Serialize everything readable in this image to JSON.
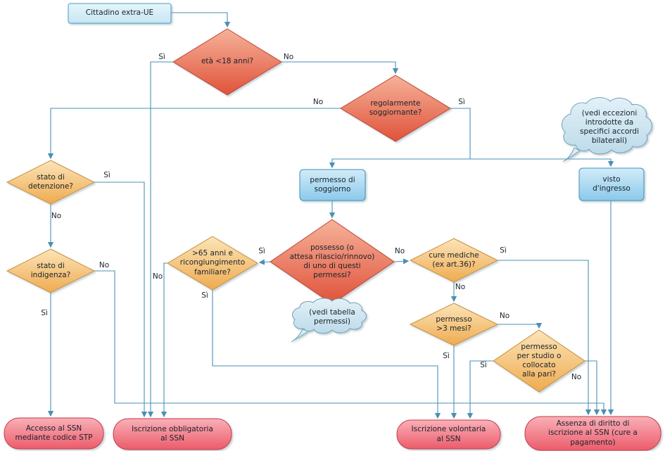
{
  "diagram_title": "Cittadino extra-UE",
  "colors": {
    "c-line": "#4a90b5",
    "c-text": "#17222b",
    "c-red-top": "#f6b29a",
    "c-red-bottom": "#e0523a",
    "c-red-border": "#bc4733",
    "c-orange-top": "#fce4b8",
    "c-orange-bottom": "#eeab50",
    "c-orange-border": "#c8913c",
    "c-blue-top": "#d2ecf9",
    "c-blue-bottom": "#8bc9ea",
    "c-blue-border": "#4090ba",
    "c-start-top": "#e6f5fb",
    "c-start-bottom": "#c6e6f3",
    "c-start-border": "#4a9cc0",
    "c-pink-top": "#f9b0b8",
    "c-pink-bottom": "#ec5c6b",
    "c-pink-border": "#c83a49",
    "c-cloud-top": "#e2f1f8",
    "c-cloud-bottom": "#bddae9",
    "c-cloud-border": "#74a0b8"
  },
  "nodes": {
    "start": {
      "type": "start",
      "text": "Cittadino extra-UE"
    },
    "eta18": {
      "type": "decision",
      "text": "età <18 anni?"
    },
    "reg": {
      "type": "decision",
      "text": "regolarmente\nsoggiornante?"
    },
    "ecc": {
      "type": "callout",
      "text": "(vedi eccezioni\nintrodotte da\nspecifici accordi\nbilaterali)"
    },
    "permesso": {
      "type": "process",
      "text": "permesso di\nsoggiorno"
    },
    "visto": {
      "type": "process",
      "text": "visto\nd'ingresso"
    },
    "det": {
      "type": "decision",
      "text": "stato di\ndetenzione?"
    },
    "ind": {
      "type": "decision",
      "text": "stato di\nindigenza?"
    },
    "over65": {
      "type": "decision",
      "text": ">65 anni e\nricongiungimento\nfamiliare?"
    },
    "poss": {
      "type": "decision",
      "text": "possesso (o\nattesa rilascio/rinnovo)\ndi uno di questi\npermessi?"
    },
    "cure": {
      "type": "decision",
      "text": "cure mediche\n(ex art.36)?"
    },
    "tab": {
      "type": "callout",
      "text": "(vedi tabella\npermessi)"
    },
    "tremesi": {
      "type": "decision",
      "text": "permesso\n>3 mesi?"
    },
    "studio": {
      "type": "decision",
      "text": "permesso\nper studio o\ncollocato\nalla pari?"
    },
    "stp": {
      "type": "terminal",
      "text": "Accesso al SSN\nmediante codice STP"
    },
    "obbl": {
      "type": "terminal",
      "text": "Iscrizione obbligatoria\nal SSN"
    },
    "vol": {
      "type": "terminal",
      "text": "Iscrizione volontaria\nal SSN"
    },
    "ass": {
      "type": "terminal",
      "text": "Assenza di diritto di\niscrizione al SSN (cure a\npagamento)"
    }
  },
  "edges": [
    {
      "from": "cittadino-extra-ue",
      "to": "eta-18-anni",
      "label": ""
    },
    {
      "from": "eta-18-anni",
      "to": "iscrizione-obbligatoria",
      "label": "Sì"
    },
    {
      "from": "eta-18-anni",
      "to": "regolarmente-soggiornante",
      "label": "No"
    },
    {
      "from": "regolarmente-soggiornante",
      "to": "stato-di-detenzione",
      "label": "No"
    },
    {
      "from": "regolarmente-soggiornante",
      "to": "permesso-di-soggiorno",
      "label": "Sì"
    },
    {
      "from": "regolarmente-soggiornante",
      "to": "visto-d-ingresso",
      "label": "Sì"
    },
    {
      "from": "permesso-di-soggiorno",
      "to": "possesso-permessi",
      "label": ""
    },
    {
      "from": "possesso-permessi",
      "to": "over65-ricongiungimento",
      "label": "Sì"
    },
    {
      "from": "possesso-permessi",
      "to": "cure-mediche",
      "label": "No"
    },
    {
      "from": "possesso-permessi",
      "to": "tabella-permessi",
      "label": ""
    },
    {
      "from": "over65-ricongiungimento",
      "to": "iscrizione-obbligatoria",
      "label": "No"
    },
    {
      "from": "over65-ricongiungimento",
      "to": "iscrizione-volontaria",
      "label": "Sì"
    },
    {
      "from": "cure-mediche",
      "to": "assenza-diritto",
      "label": "Sì"
    },
    {
      "from": "cure-mediche",
      "to": "permesso-3-mesi",
      "label": "No"
    },
    {
      "from": "permesso-3-mesi",
      "to": "permesso-studio-alla-pari",
      "label": "No"
    },
    {
      "from": "permesso-3-mesi",
      "to": "iscrizione-volontaria",
      "label": "Sì"
    },
    {
      "from": "permesso-studio-alla-pari",
      "to": "iscrizione-volontaria",
      "label": "Sì"
    },
    {
      "from": "permesso-studio-alla-pari",
      "to": "assenza-diritto",
      "label": "No"
    },
    {
      "from": "stato-di-detenzione",
      "to": "iscrizione-obbligatoria",
      "label": "Sì"
    },
    {
      "from": "stato-di-detenzione",
      "to": "stato-di-indigenza",
      "label": "No"
    },
    {
      "from": "stato-di-indigenza",
      "to": "accesso-ssn-stp",
      "label": "Sì"
    },
    {
      "from": "stato-di-indigenza",
      "to": "assenza-diritto",
      "label": "No"
    },
    {
      "from": "visto-d-ingresso",
      "to": "assenza-diritto",
      "label": ""
    }
  ]
}
